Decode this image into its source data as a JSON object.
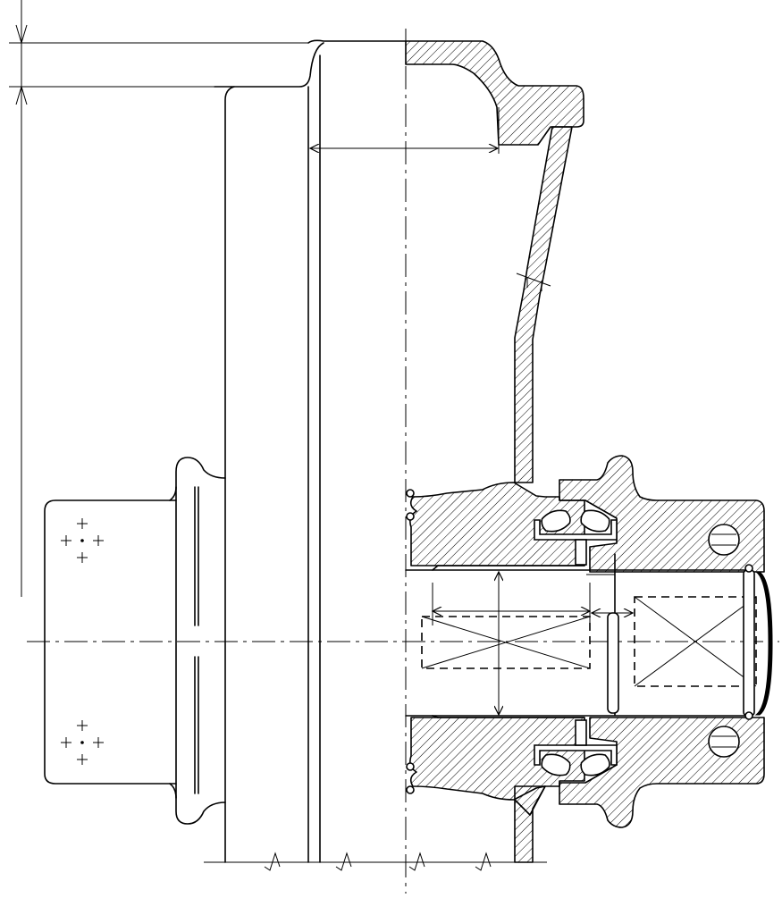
{
  "drawing": {
    "kind": "mechanical-section-view",
    "line_color": "#000000",
    "background": "#ffffff",
    "parts": [
      "wheel-rim",
      "wheel-web",
      "hub",
      "bearing-housing",
      "upper-bearing",
      "lower-bearing",
      "shaft",
      "end-cap",
      "mounting-flange",
      "bolt-holes",
      "dimension-arrows",
      "center-lines",
      "break-lines"
    ]
  }
}
